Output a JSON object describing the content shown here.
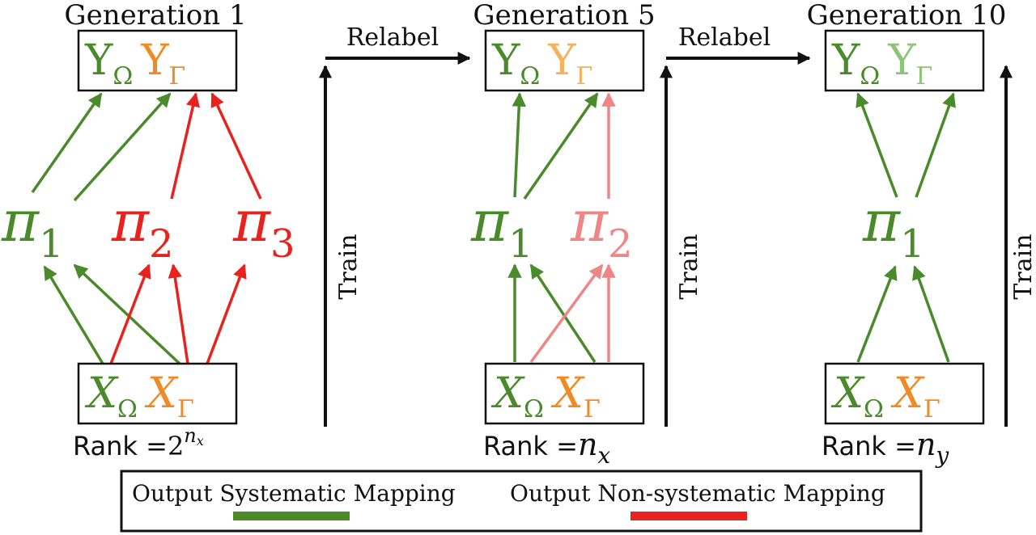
{
  "colors": {
    "green": "#4a8a2a",
    "light_green": "#8fc27a",
    "orange": "#f08a24",
    "light_orange": "#f5b25e",
    "red": "#e8231d",
    "light_red": "#ee8686",
    "black": "#111111"
  },
  "panels": [
    {
      "title": "Generation 1",
      "output": {
        "y": "Y",
        "y_omega_sub": "Ω",
        "y_gamma_sub": "Γ"
      },
      "pis": [
        {
          "symbol": "π",
          "sub": "1"
        },
        {
          "symbol": "π",
          "sub": "2"
        },
        {
          "symbol": "π",
          "sub": "3"
        }
      ],
      "input": {
        "x": "X",
        "x_omega_sub": "Ω",
        "x_gamma_sub": "Γ"
      },
      "rank_prefix": "Rank =",
      "rank_value": "2",
      "rank_sup": "n",
      "rank_sup_sub": "x"
    },
    {
      "title": "Generation 5",
      "output": {
        "y": "Y",
        "y_omega_sub": "Ω",
        "y_gamma_sub": "Γ"
      },
      "pis": [
        {
          "symbol": "π",
          "sub": "1"
        },
        {
          "symbol": "π",
          "sub": "2"
        }
      ],
      "input": {
        "x": "X",
        "x_omega_sub": "Ω",
        "x_gamma_sub": "Γ"
      },
      "rank_prefix": "Rank =",
      "rank_value": "n",
      "rank_value_sub": "x"
    },
    {
      "title": "Generation 10",
      "output": {
        "y": "Y",
        "y_omega_sub": "Ω",
        "y_gamma_sub": "Γ"
      },
      "pis": [
        {
          "symbol": "π",
          "sub": "1"
        }
      ],
      "input": {
        "x": "X",
        "x_omega_sub": "Ω",
        "x_gamma_sub": "Γ"
      },
      "rank_prefix": "Rank =",
      "rank_value": "n",
      "rank_value_sub": "y"
    }
  ],
  "connectors": {
    "relabel_label": "Relabel",
    "train_label": "Train"
  },
  "legend": {
    "systematic": "Output Systematic Mapping",
    "nonsystematic": "Output Non-systematic Mapping"
  }
}
